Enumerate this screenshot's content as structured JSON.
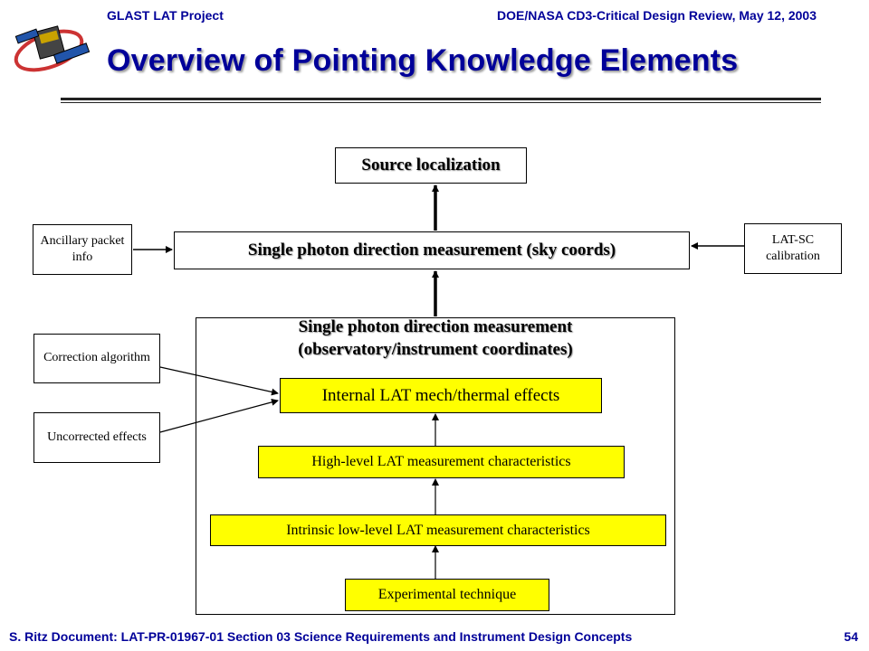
{
  "header": {
    "left": "GLAST LAT Project",
    "right": "DOE/NASA CD3-Critical Design Review, May 12, 2003"
  },
  "title": "Overview of Pointing Knowledge Elements",
  "diagram": {
    "source_localization": "Source localization",
    "single_photon_sky": "Single photon direction measurement (sky coords)",
    "ancillary": "Ancillary packet info",
    "lat_sc": "LAT-SC calibration",
    "observatory_line1": "Single photon direction measurement",
    "observatory_line2": "(observatory/instrument coordinates)",
    "correction": "Correction algorithm",
    "uncorrected": "Uncorrected effects",
    "internal": "Internal LAT mech/thermal effects",
    "high_level": "High-level LAT measurement characteristics",
    "intrinsic": "Intrinsic low-level LAT measurement characteristics",
    "experimental": "Experimental technique"
  },
  "footer": {
    "left": "S. Ritz Document: LAT-PR-01967-01 Section 03 Science Requirements and Instrument Design Concepts",
    "page": "54"
  },
  "colors": {
    "accent": "#000099",
    "highlight": "#ffff00"
  }
}
